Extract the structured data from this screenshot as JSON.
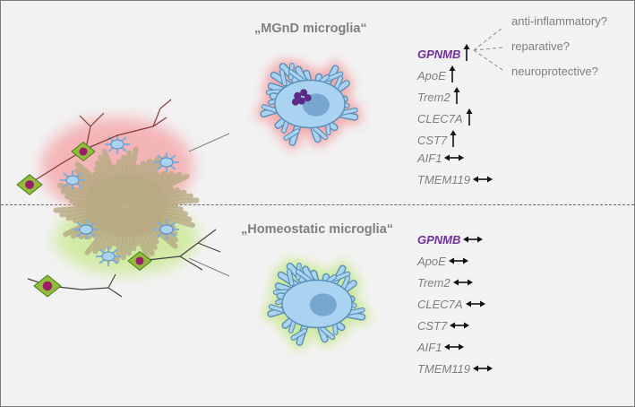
{
  "panels": [
    {
      "title": "„MGnD microglia“",
      "glow_color": "#f4a0a4",
      "genes": [
        {
          "name": "GPNMB",
          "highlight": true,
          "direction": "up"
        },
        {
          "name": "ApoE",
          "highlight": false,
          "direction": "up"
        },
        {
          "name": "Trem2",
          "highlight": false,
          "direction": "up"
        },
        {
          "name": "CLEC7A",
          "highlight": false,
          "direction": "up"
        },
        {
          "name": "CST7",
          "highlight": false,
          "direction": "up"
        },
        {
          "name": "AIF1",
          "highlight": false,
          "direction": "both"
        },
        {
          "name": "TMEM119",
          "highlight": false,
          "direction": "both"
        }
      ],
      "outcomes": [
        "anti-inflammatory?",
        "reparative?",
        "neuroprotective?"
      ]
    },
    {
      "title": "„Homeostatic microglia“",
      "glow_color": "#c6e88a",
      "genes": [
        {
          "name": "GPNMB",
          "highlight": true,
          "direction": "both"
        },
        {
          "name": "ApoE",
          "highlight": false,
          "direction": "both"
        },
        {
          "name": "Trem2",
          "highlight": false,
          "direction": "both"
        },
        {
          "name": "CLEC7A",
          "highlight": false,
          "direction": "both"
        },
        {
          "name": "CST7",
          "highlight": false,
          "direction": "both"
        },
        {
          "name": "AIF1",
          "highlight": false,
          "direction": "both"
        },
        {
          "name": "TMEM119",
          "highlight": false,
          "direction": "both"
        }
      ],
      "outcomes": []
    }
  ],
  "colors": {
    "microglia_body": "#a9d3f0",
    "microglia_outline": "#5b8fb9",
    "nucleus": "#6f9fc8",
    "plaque": "#b8ab84",
    "neuron": "#8fbf3a",
    "neuron_nucleus": "#a01a6e",
    "gpnmb_highlight": "#7030a0",
    "text": "#7f7f7f"
  },
  "icons": {
    "up": "up-arrow-icon",
    "both": "double-arrow-icon"
  }
}
